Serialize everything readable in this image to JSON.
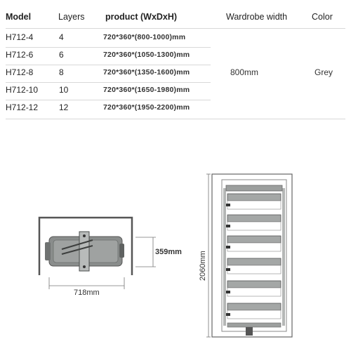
{
  "table": {
    "headers": {
      "model": "Model",
      "layers": "Layers",
      "product": "product (WxDxH)",
      "wardrobe_width": "Wardrobe width",
      "color": "Color"
    },
    "rows": [
      {
        "model": "H712-4",
        "layers": "4",
        "product": "720*360*(800-1000)mm"
      },
      {
        "model": "H712-6",
        "layers": "6",
        "product": "720*360*(1050-1300)mm"
      },
      {
        "model": "H712-8",
        "layers": "8",
        "product": "720*360*(1350-1600)mm"
      },
      {
        "model": "H712-10",
        "layers": "10",
        "product": "720*360*(1650-1980)mm"
      },
      {
        "model": "H712-12",
        "layers": "12",
        "product": "720*360*(1950-2200)mm"
      }
    ],
    "wardrobe_width_value": "800mm",
    "color_value": "Grey"
  },
  "top_view": {
    "depth_label": "359mm",
    "width_label": "718mm"
  },
  "front_view": {
    "height_label": "2060mm",
    "baskets_shown": 6
  },
  "colors": {
    "text": "#222222",
    "divider": "#d8d8d8",
    "product_grey": "#8a8d8c",
    "cabinet_line": "#555555"
  }
}
